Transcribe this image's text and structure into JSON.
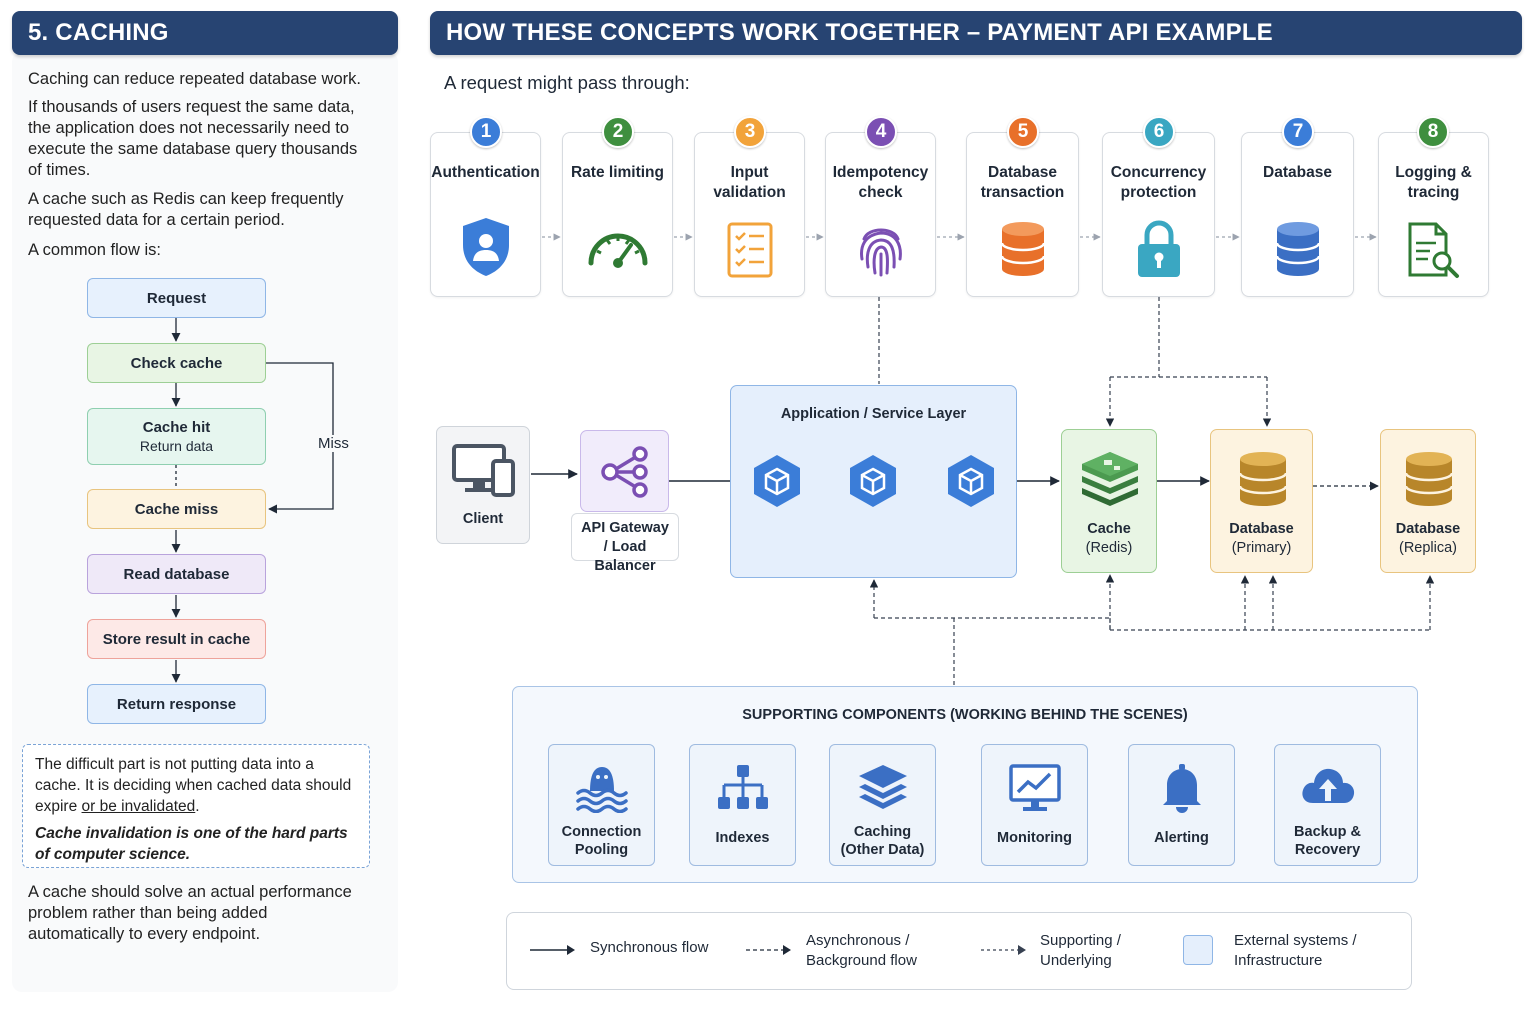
{
  "left": {
    "title": "5. CACHING",
    "p1": "Caching can reduce repeated database work.",
    "p2": "If thousands of users request the same data, the application does not necessarily need to execute the same database query thousands of times.",
    "p3": "A cache such as Redis can keep frequently requested data for a certain period.",
    "p4": "A common flow is:",
    "flow": {
      "request": "Request",
      "check": "Check cache",
      "hit": "Cache hit",
      "hit_sub": "Return data",
      "miss_label": "Miss",
      "miss": "Cache miss",
      "read": "Read database",
      "store": "Store result in cache",
      "ret": "Return response"
    },
    "note1": "The difficult part is not putting data into a cache. It is deciding when cached data should expire ",
    "note1_u": "or be invalidated",
    "note1_end": ".",
    "note2": "Cache invalidation is one of the hard parts of computer science.",
    "p5": "A cache should solve an actual performance problem rather than being added automatically to every endpoint."
  },
  "right": {
    "title": "HOW THESE CONCEPTS WORK TOGETHER – PAYMENT API EXAMPLE",
    "intro": "A request might pass through:",
    "steps": [
      {
        "num": "1",
        "label": "Authentication",
        "icon": "shield-user-icon",
        "color": "#3b7dd8"
      },
      {
        "num": "2",
        "label": "Rate limiting",
        "icon": "speedometer-icon",
        "color": "#3f8f3f"
      },
      {
        "num": "3",
        "label": "Input\nvalidation",
        "icon": "checklist-icon",
        "color": "#f2a33a"
      },
      {
        "num": "4",
        "label": "Idempotency\ncheck",
        "icon": "fingerprint-icon",
        "color": "#7b4fb3"
      },
      {
        "num": "5",
        "label": "Database\ntransaction",
        "icon": "database-icon",
        "color": "#e8702a"
      },
      {
        "num": "6",
        "label": "Concurrency\nprotection",
        "icon": "lock-icon",
        "color": "#3aa7c2"
      },
      {
        "num": "7",
        "label": "Database",
        "icon": "database-icon",
        "color": "#3b7dd8"
      },
      {
        "num": "8",
        "label": "Logging &\ntracing",
        "icon": "document-search-icon",
        "color": "#3f8f3f"
      }
    ],
    "client": "Client",
    "gateway1": "API Gateway",
    "gateway2": "/ Load Balancer",
    "app_layer": "Application / Service Layer",
    "cache1": "Cache",
    "cache2": "(Redis)",
    "dbp1": "Database",
    "dbp2": "(Primary)",
    "dbr1": "Database",
    "dbr2": "(Replica)",
    "support_title": "SUPPORTING COMPONENTS (WORKING BEHIND THE SCENES)",
    "support": [
      {
        "label": "Connection\nPooling",
        "icon": "pool-icon"
      },
      {
        "label": "Indexes",
        "icon": "hierarchy-icon"
      },
      {
        "label": "Caching\n(Other Data)",
        "icon": "layers-icon"
      },
      {
        "label": "Monitoring",
        "icon": "monitor-chart-icon"
      },
      {
        "label": "Alerting",
        "icon": "bell-icon"
      },
      {
        "label": "Backup &\nRecovery",
        "icon": "cloud-upload-icon"
      }
    ],
    "legend": {
      "sync": "Synchronous flow",
      "async": "Asynchronous /\nBackground flow",
      "support": "Supporting /\nUnderlying",
      "external": "External systems /\nInfrastructure"
    }
  }
}
